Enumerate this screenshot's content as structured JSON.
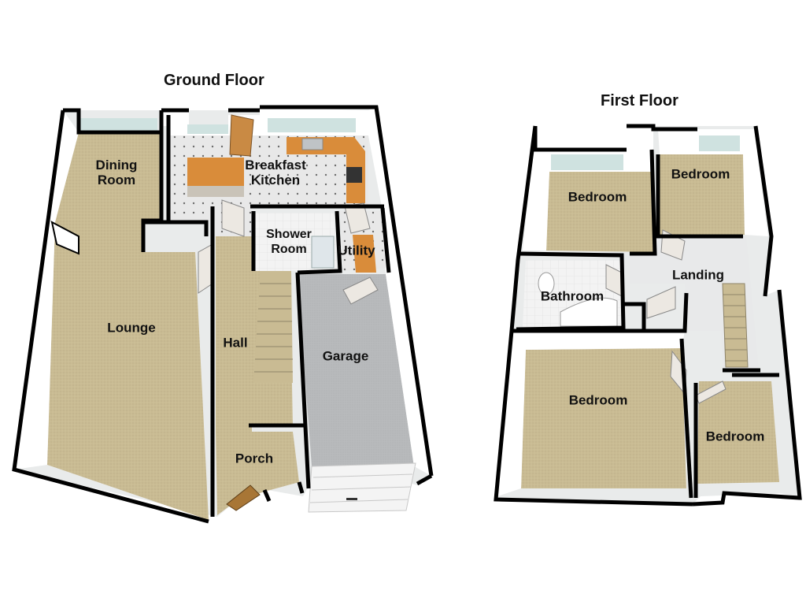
{
  "floors": {
    "ground": {
      "title": "Ground Floor",
      "rooms": {
        "dining_room": [
          "Dining",
          "Room"
        ],
        "breakfast_kitchen": [
          "Breakfast",
          "Kitchen"
        ],
        "lounge": "Lounge",
        "hall": "Hall",
        "shower_room": [
          "Shower",
          "Room"
        ],
        "utility": "Utility",
        "garage": "Garage",
        "porch": "Porch"
      }
    },
    "first": {
      "title": "First Floor",
      "rooms": {
        "bedroom_top_left": "Bedroom",
        "bedroom_top_right": "Bedroom",
        "landing": "Landing",
        "bathroom": "Bathroom",
        "bedroom_bottom_left": "Bedroom",
        "bedroom_bottom_right": "Bedroom"
      }
    }
  },
  "colors": {
    "wall": "#000000",
    "wall_face": "#ffffff",
    "wall_shade": "#e2e4e4",
    "carpet": "#c9bb93",
    "kitchen_floor": "#e6e6e6",
    "garage_floor": "#b6b8ba",
    "window": "#cfe2e0",
    "kitchen_unit": "#d98c3a",
    "door": "#d9d2c6",
    "front_door": "#a87636"
  }
}
